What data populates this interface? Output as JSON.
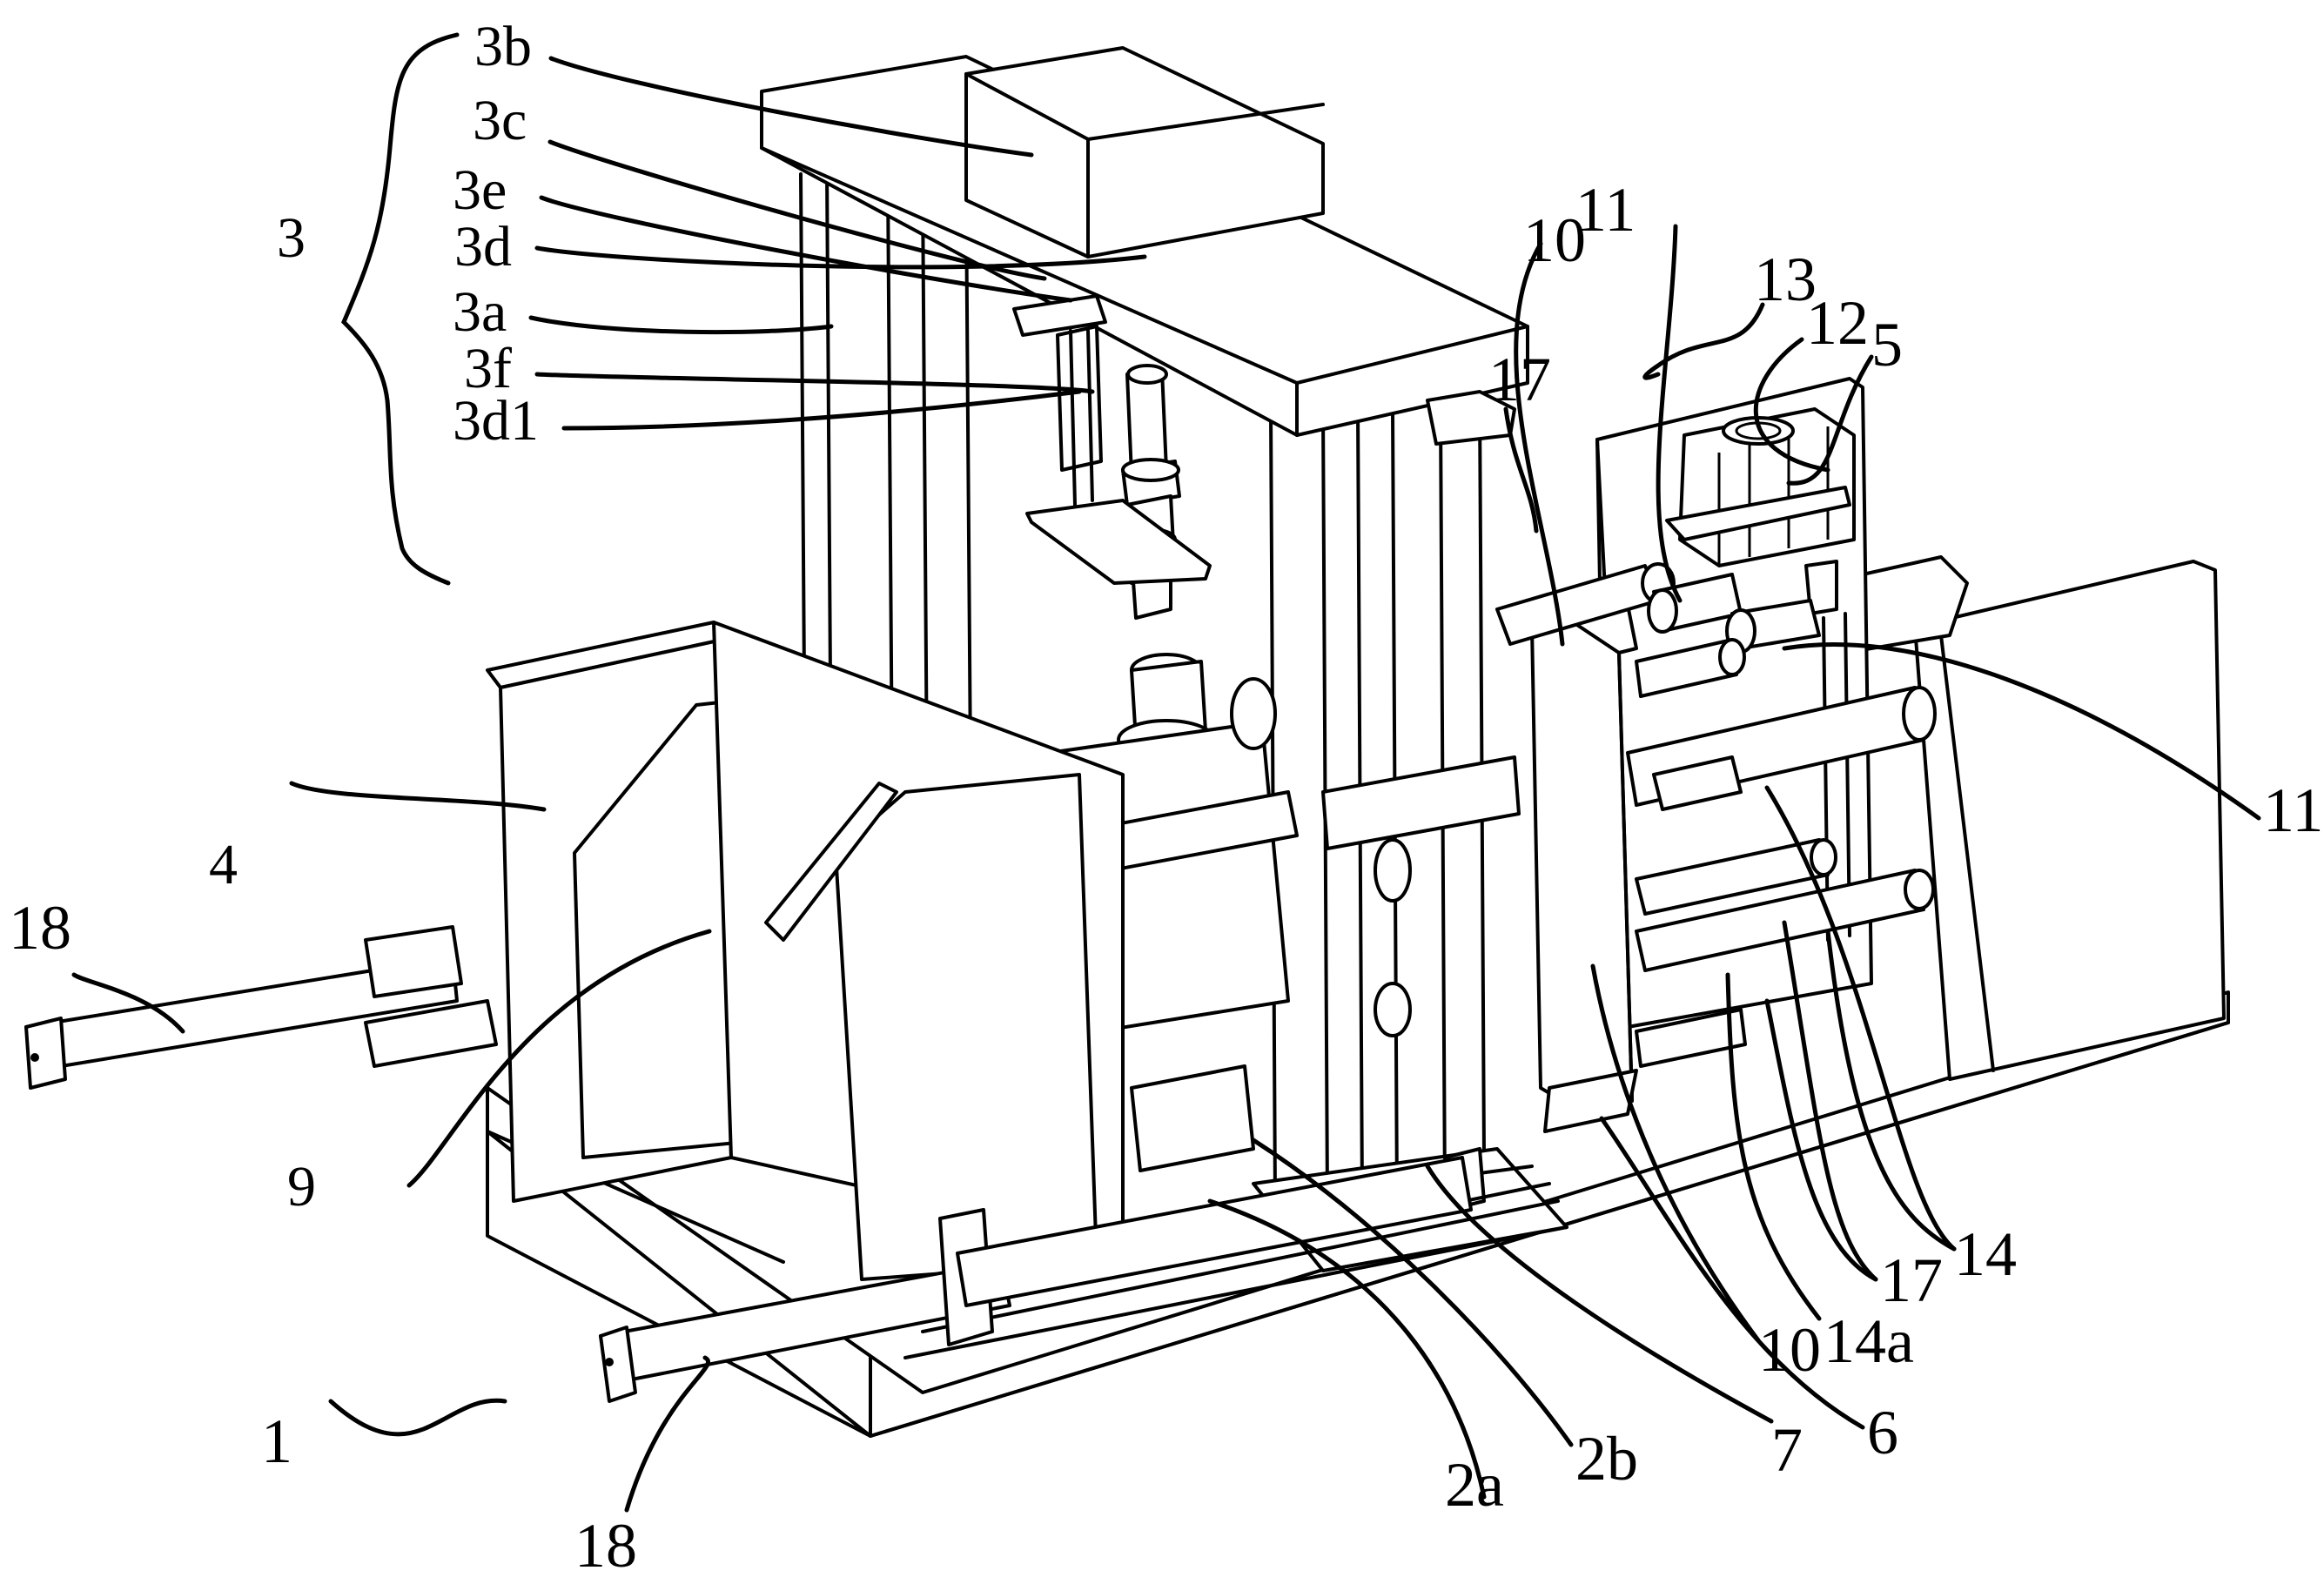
{
  "figure": {
    "type": "patent-drawing",
    "description": "Perspective line drawing of a machining apparatus with numbered reference labels",
    "group_label": "3",
    "labels": {
      "l3b": "3b",
      "l3c": "3c",
      "l3e": "3e",
      "l3d": "3d",
      "l3a": "3a",
      "l3f": "3f",
      "l3d1": "3d1",
      "l3": "3",
      "l4": "4",
      "l18a": "18",
      "l18b": "18",
      "l9": "9",
      "l1": "1",
      "l2a": "2a",
      "l2b": "2b",
      "l7": "7",
      "l6": "6",
      "l10a": "10",
      "l10b": "10",
      "l11a": "11",
      "l11b": "11",
      "l13": "13",
      "l12": "12",
      "l5": "5",
      "l17a": "17",
      "l17b": "17",
      "l14": "14",
      "l14a": "14a"
    }
  }
}
